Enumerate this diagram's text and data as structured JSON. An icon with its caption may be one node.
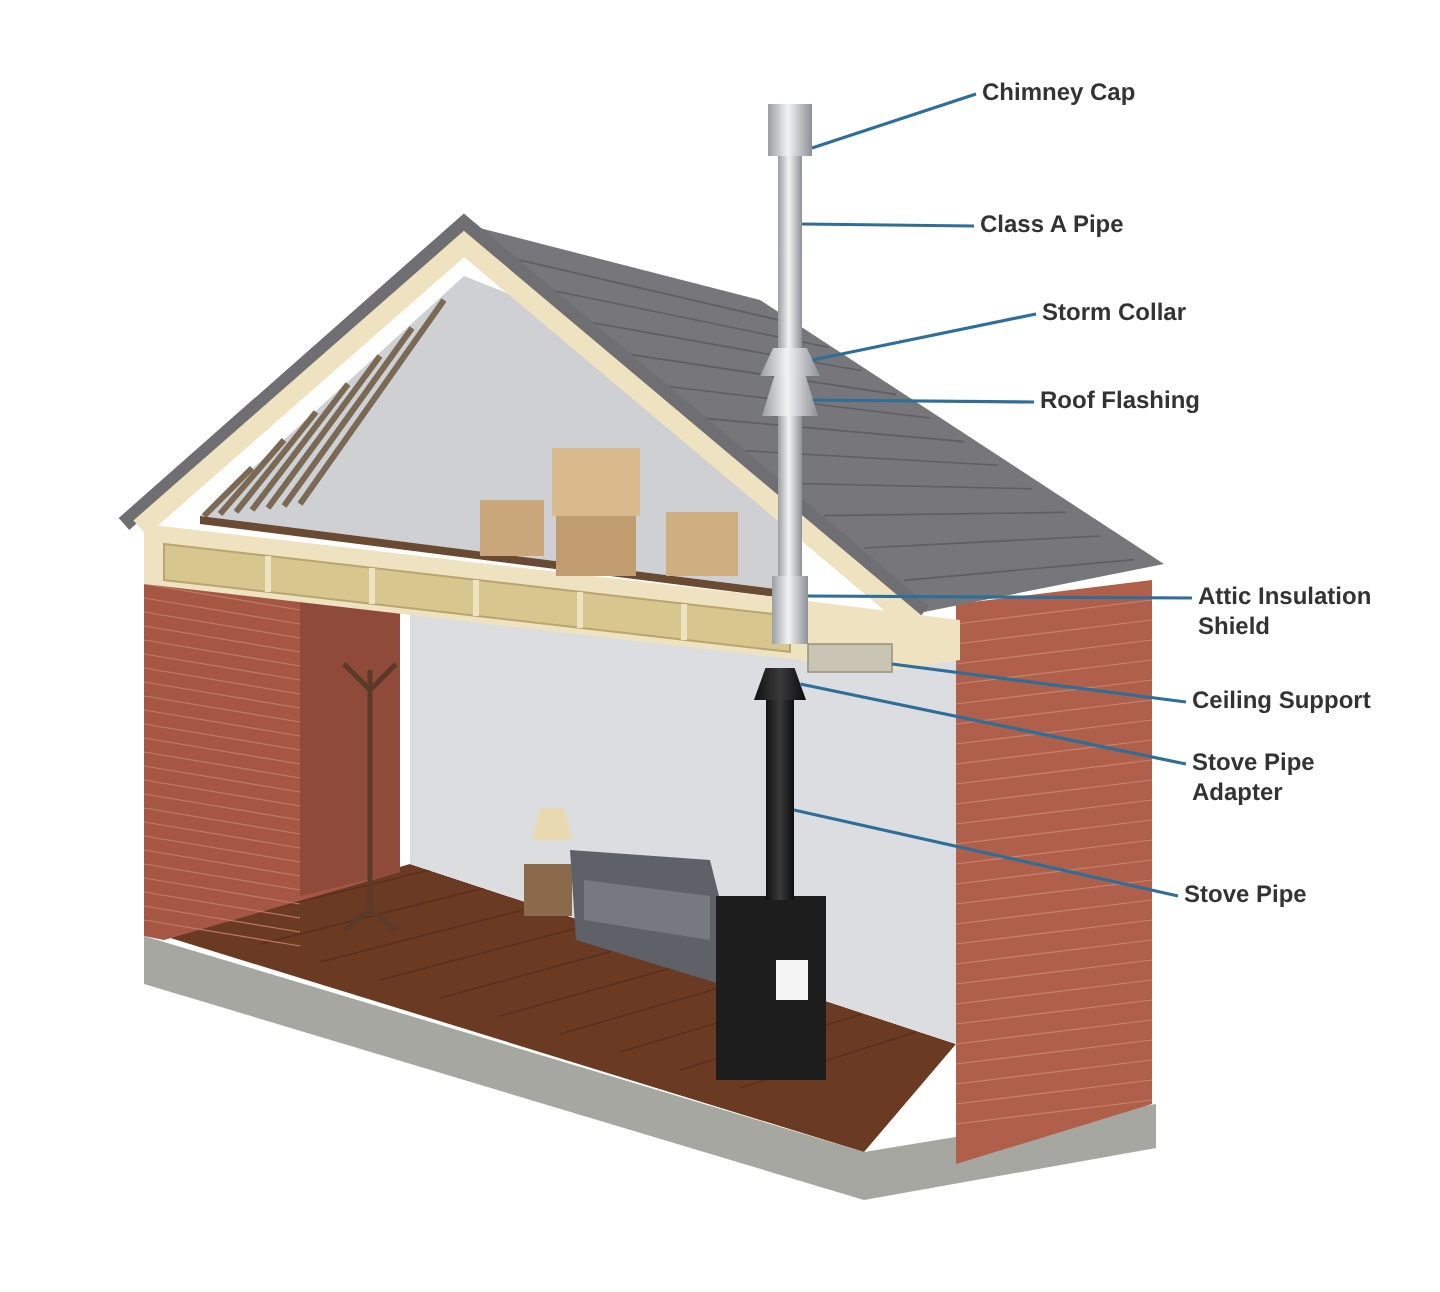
{
  "diagram": {
    "nodes": [
      {
        "text": [
          "Chimney Cap"
        ]
      },
      {
        "text": [
          "Class A Pipe"
        ]
      },
      {
        "text": [
          "Storm Collar"
        ]
      },
      {
        "text": [
          "Roof Flashing"
        ]
      },
      {
        "text": [
          "Attic Insulation Shield"
        ]
      },
      {
        "text": [
          "Ceiling Support"
        ]
      },
      {
        "text": [
          "Stove Pipe Adapter"
        ]
      },
      {
        "text": [
          "Stove Pipe"
        ]
      },
      {
        "text": [],
        "shape": "cylinder"
      },
      {
        "text": [],
        "shape": "cylinder"
      },
      {
        "text": [],
        "shape": "cone"
      },
      {
        "text": [],
        "shape": "cone"
      },
      {
        "text": [],
        "shape": "cylinder"
      },
      {
        "text": [],
        "shape": "box"
      },
      {
        "text": [],
        "shape": "cone"
      },
      {
        "text": [],
        "shape": "cylinder"
      }
    ],
    "edges": [
      {
        "from": 0,
        "to": 8,
        "arrow": "none"
      },
      {
        "from": 1,
        "to": 9,
        "arrow": "none"
      },
      {
        "from": 2,
        "to": 10,
        "arrow": "none"
      },
      {
        "from": 3,
        "to": 11,
        "arrow": "none"
      },
      {
        "from": 4,
        "to": 12,
        "arrow": "none"
      },
      {
        "from": 5,
        "to": 13,
        "arrow": "none"
      },
      {
        "from": 6,
        "to": 14,
        "arrow": "none"
      },
      {
        "from": 7,
        "to": 15,
        "arrow": "none"
      }
    ]
  }
}
